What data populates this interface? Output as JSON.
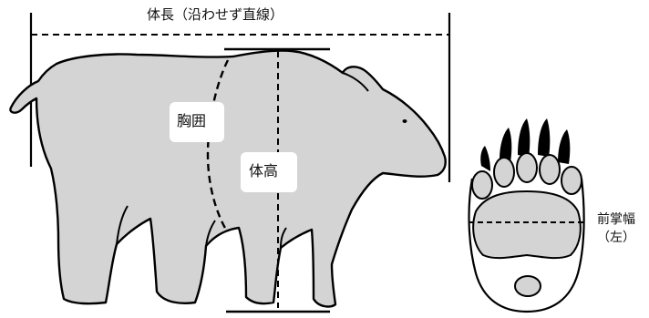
{
  "labels": {
    "body_length": "体長（沿わせず直線）",
    "chest_girth": "胸囲",
    "body_height": "体高",
    "paw_width_line1": "前掌幅",
    "paw_width_line2": "（左）"
  },
  "colors": {
    "body_fill": "#d4d4d4",
    "outline": "#000000",
    "label_box": "#ffffff",
    "background": "#ffffff"
  }
}
